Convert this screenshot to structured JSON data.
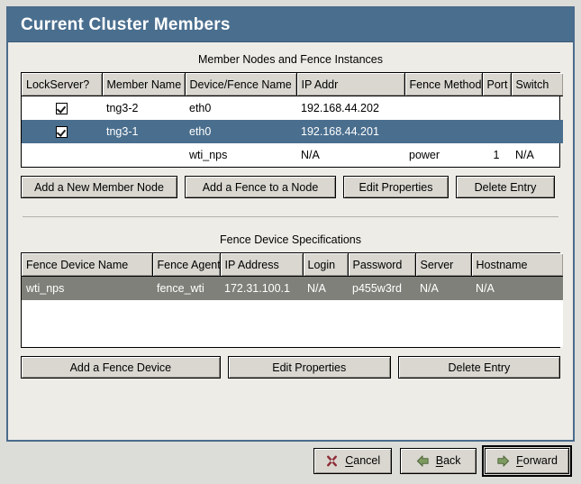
{
  "window": {
    "title": "Current Cluster Members",
    "accent_color": "#4a6e8e",
    "panel_color": "#eeece7"
  },
  "member_section": {
    "caption": "Member Nodes and Fence Instances",
    "columns": [
      "LockServer?",
      "Member Name",
      "Device/Fence Name",
      "IP Addr",
      "Fence Method",
      "Port",
      "Switch"
    ],
    "rows": [
      {
        "selected": false,
        "lockserver_checked": true,
        "member_name": "tng3-2",
        "device_fence_name": "eth0",
        "ip_addr": "192.168.44.202",
        "fence_method": "",
        "port": "",
        "switch": ""
      },
      {
        "selected": true,
        "lockserver_checked": true,
        "member_name": "tng3-1",
        "device_fence_name": "eth0",
        "ip_addr": "192.168.44.201",
        "fence_method": "",
        "port": "",
        "switch": ""
      },
      {
        "selected": false,
        "lockserver_checked": false,
        "member_name": "",
        "device_fence_name": "wti_nps",
        "ip_addr": "N/A",
        "fence_method": "power",
        "port": "1",
        "switch": "N/A"
      }
    ],
    "buttons": {
      "add_member": "Add a New Member Node",
      "add_fence": "Add a Fence to a Node",
      "edit_properties": "Edit Properties",
      "delete_entry": "Delete Entry"
    }
  },
  "fence_section": {
    "caption": "Fence Device Specifications",
    "columns": [
      "Fence Device Name",
      "Fence Agent",
      "IP Address",
      "Login",
      "Password",
      "Server",
      "Hostname"
    ],
    "rows": [
      {
        "selected": true,
        "fence_device_name": "wti_nps",
        "fence_agent": "fence_wti",
        "ip_address": "172.31.100.1",
        "login": "N/A",
        "password": "p455w3rd",
        "server": "N/A",
        "hostname": "N/A"
      }
    ],
    "buttons": {
      "add_fence_device": "Add a Fence Device",
      "edit_properties": "Edit Properties",
      "delete_entry": "Delete Entry"
    }
  },
  "navbar": {
    "cancel": {
      "label_pre": "",
      "mnemonic": "C",
      "label_post": "ancel",
      "icon": "cancel-x-icon",
      "color": "#8e2b35"
    },
    "back": {
      "label_pre": "",
      "mnemonic": "B",
      "label_post": "ack",
      "icon": "arrow-left-icon",
      "color": "#7d9a60"
    },
    "forward": {
      "label_pre": "",
      "mnemonic": "F",
      "label_post": "orward",
      "icon": "arrow-right-icon",
      "color": "#7d9a60",
      "is_default": true
    }
  }
}
